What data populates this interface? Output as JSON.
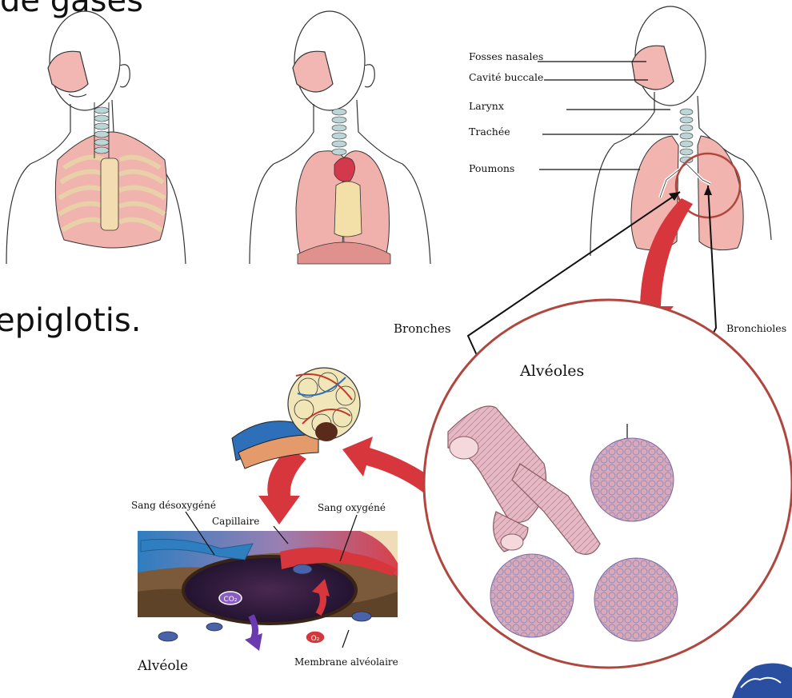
{
  "slide": {
    "fragment_top": "de gases",
    "fragment_left": "epiglotis."
  },
  "diagram": {
    "labels": {
      "fosses_nasales": "Fosses nasales",
      "cavite_buccale": "Cavité buccale",
      "larynx": "Larynx",
      "trachee": "Trachée",
      "poumons": "Poumons",
      "bronches": "Bronches",
      "bronchioles": "Bronchioles",
      "alveoles": "Alvéoles",
      "sang_desoxygene": "Sang désoxygéné",
      "capillaire": "Capillaire",
      "sang_oxygene": "Sang oxygéné",
      "alveole": "Alvéole",
      "membrane": "Membrane alvéolaire",
      "co2": "CO₂",
      "o2": "O₂"
    }
  },
  "colors": {
    "skin_line": "#333333",
    "lung": "#e9a6a0",
    "trachea": "#a9c6c9",
    "arrow_red": "#d7373c",
    "circle": "#b0473f",
    "alveoli": "#dca9b7",
    "blue_blood": "#2e7ec0",
    "membrane_brown": "#7a5a3a"
  }
}
